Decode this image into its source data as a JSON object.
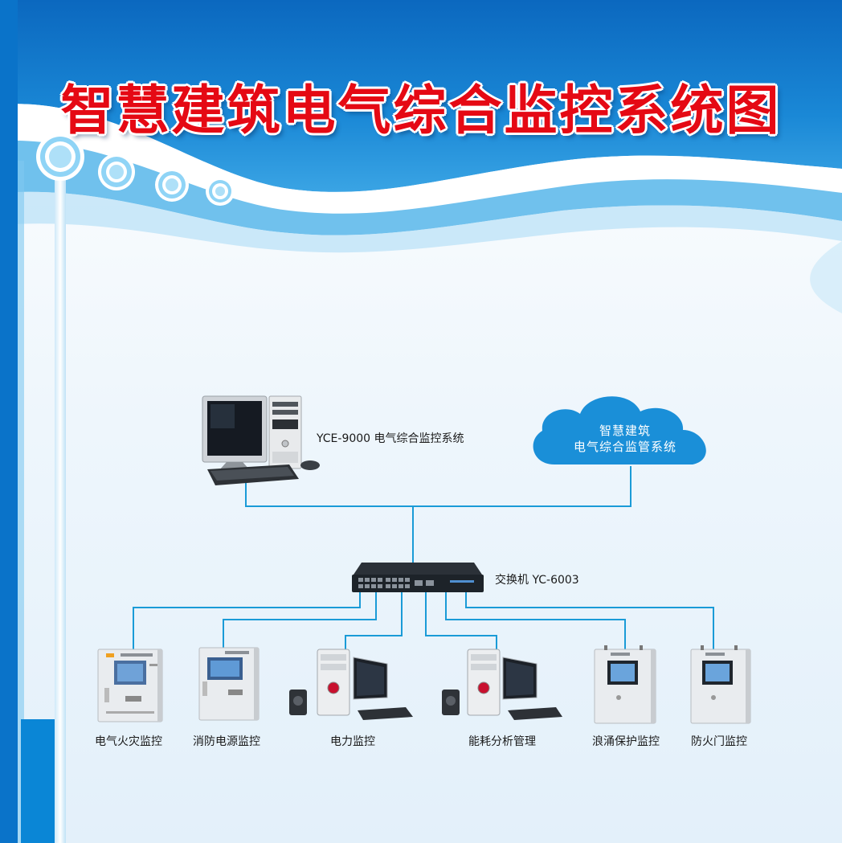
{
  "title": "智慧建筑电气综合监控系统图",
  "host": {
    "label": "YCE-9000 电气综合监控系统",
    "monitor_brand_icon": "hp-logo-icon"
  },
  "cloud": {
    "line1": "智慧建筑",
    "line2": "电气综合监管系统",
    "icon": "cloud-icon"
  },
  "switch": {
    "label": "交换机 YC-6003"
  },
  "devices": [
    {
      "label": "电气火灾监控",
      "icon": "panel-cabinet-icon"
    },
    {
      "label": "消防电源监控",
      "icon": "panel-cabinet-icon"
    },
    {
      "label": "电力监控",
      "icon": "desktop-workstation-icon"
    },
    {
      "label": "能耗分析管理",
      "icon": "desktop-workstation-icon"
    },
    {
      "label": "浪涌保护监控",
      "icon": "panel-cabinet-icon"
    },
    {
      "label": "防火门监控",
      "icon": "panel-cabinet-icon"
    }
  ],
  "colors": {
    "title": "#e50914",
    "line": "#1a9bd7",
    "cloud": "#1a8fd8",
    "band": "#0a73c9"
  }
}
